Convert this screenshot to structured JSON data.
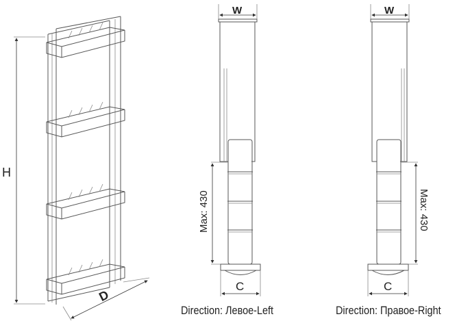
{
  "dimensions": {
    "height_label": "H",
    "depth_label": "D",
    "width_label_left": "W",
    "width_label_right": "W",
    "max_label_left": "Max: 430",
    "max_label_right": "Max: 430",
    "c_label_left": "C",
    "c_label_right": "C"
  },
  "captions": {
    "left": "Direction: Левое-Left",
    "right": "Direction: Правое-Right"
  }
}
